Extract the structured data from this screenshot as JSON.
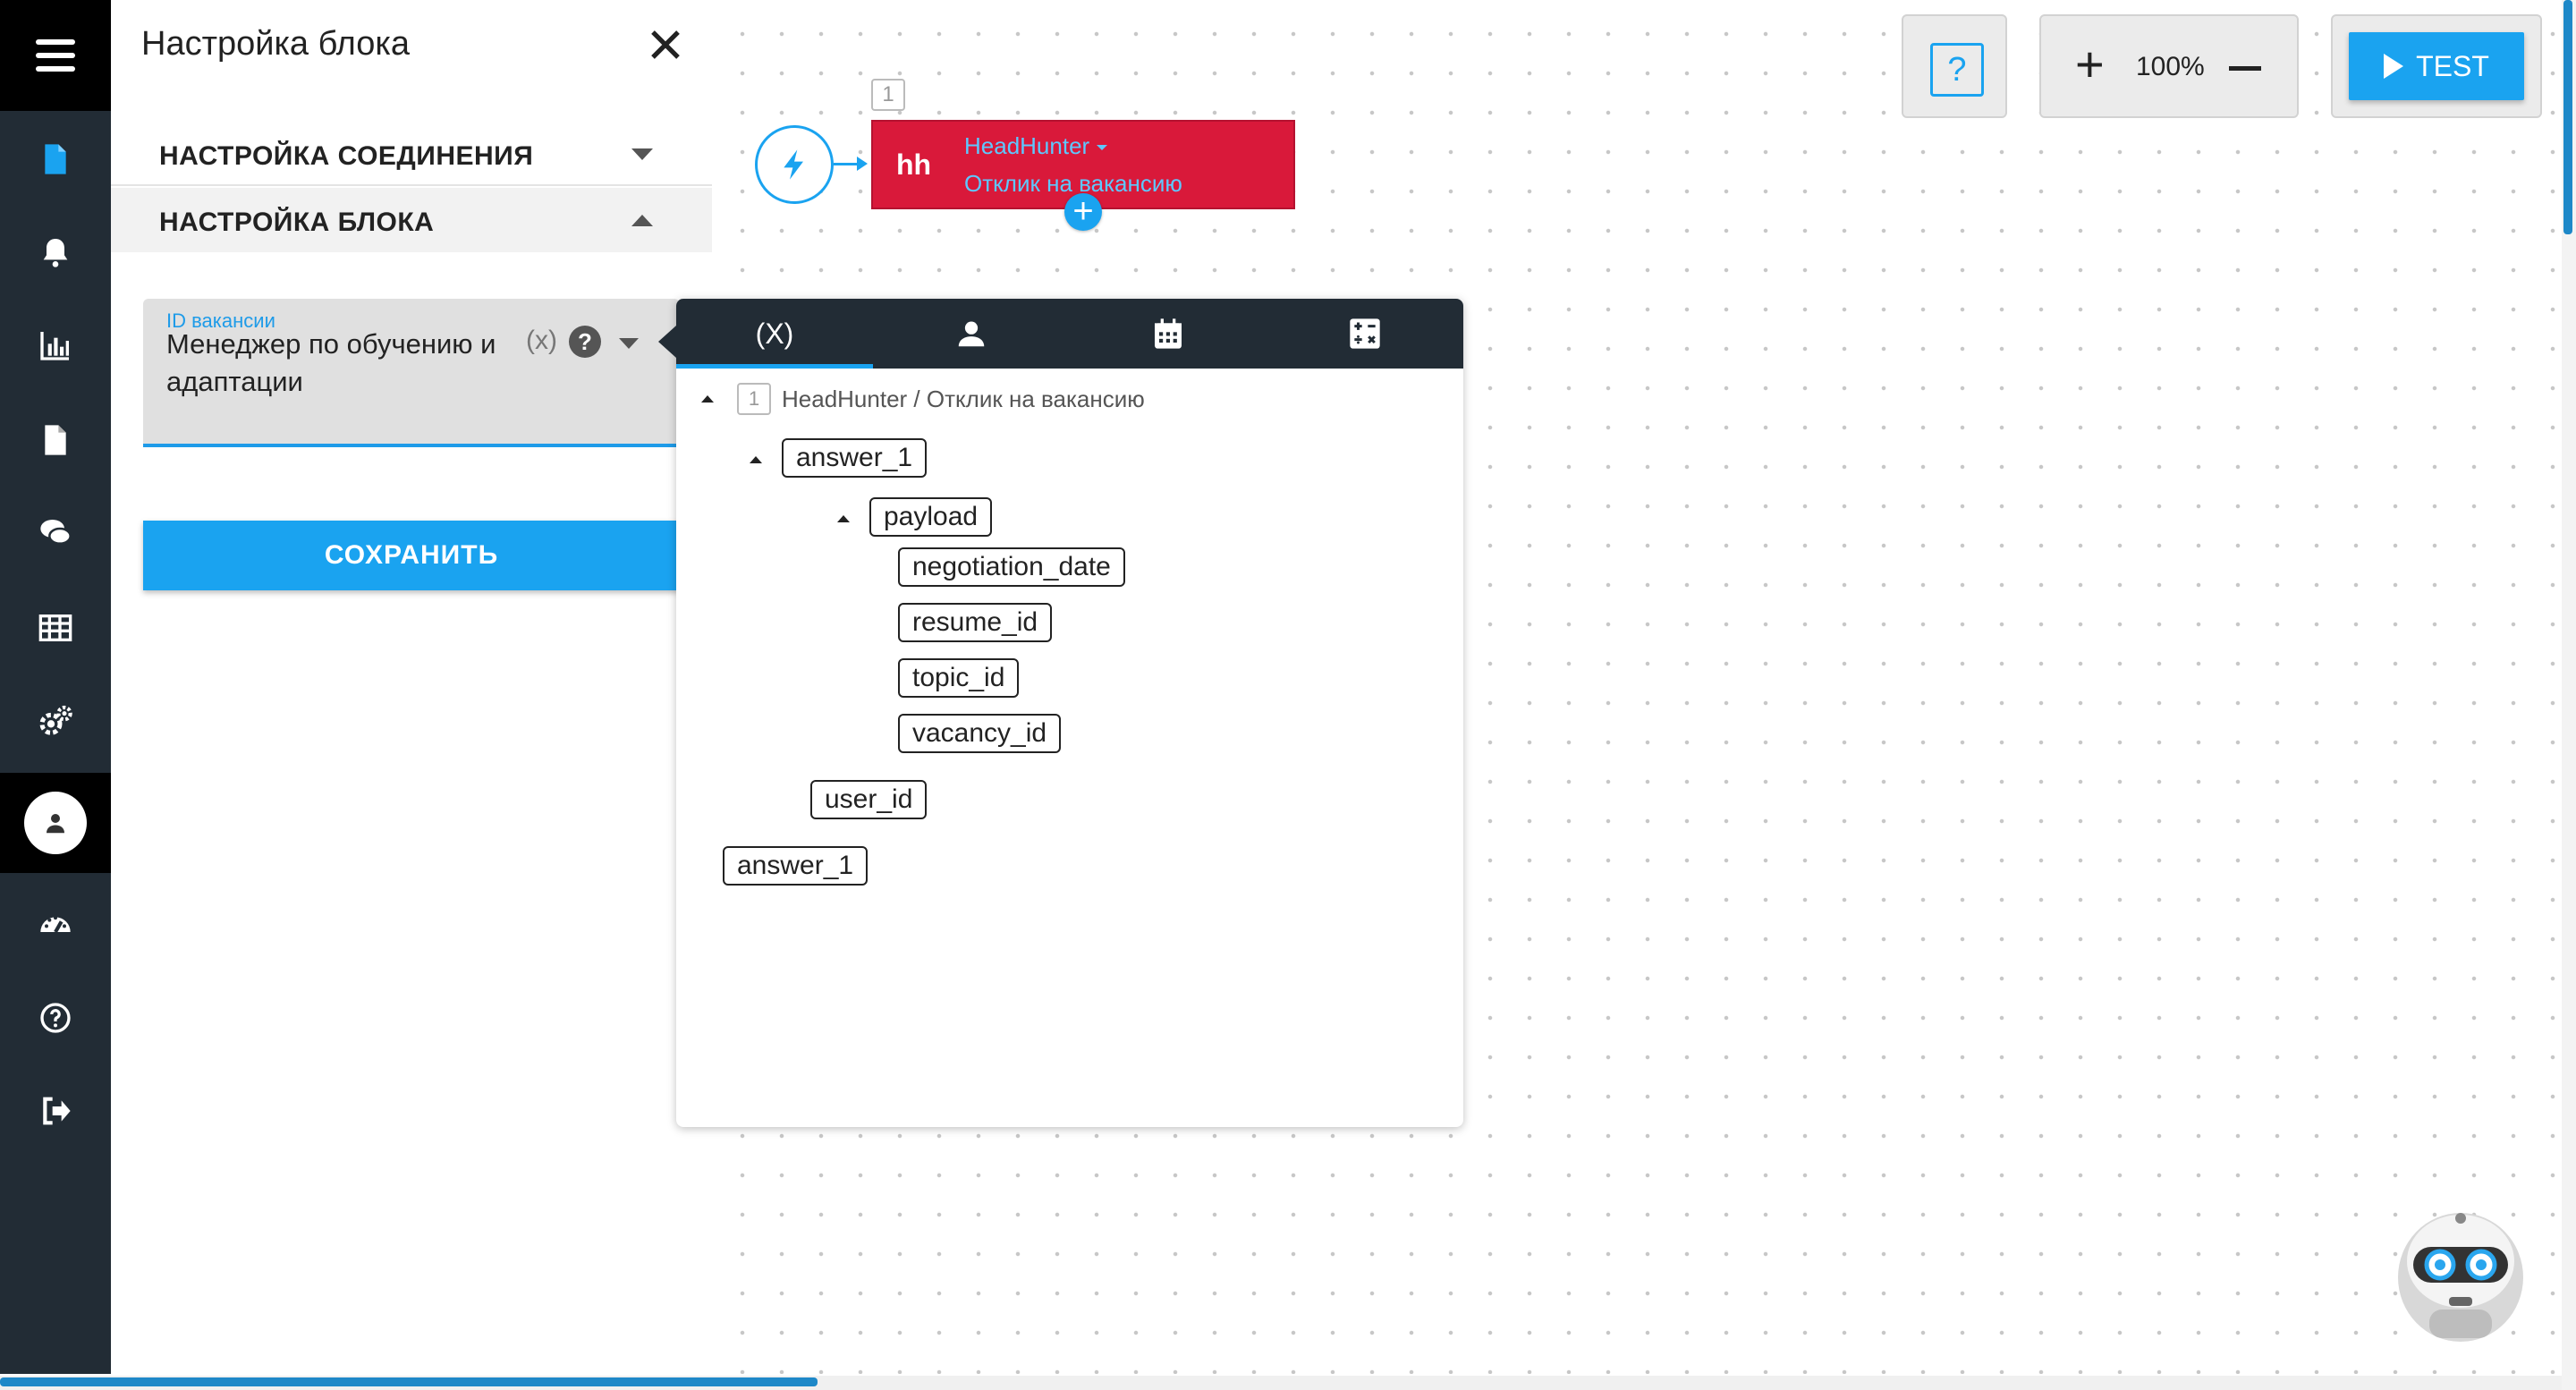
{
  "nav": {
    "items": [
      "menu-icon",
      "document-icon",
      "bell-icon",
      "bar-chart-icon",
      "file-icon",
      "chat-icon",
      "table-icon",
      "gears-icon",
      "user-icon",
      "dashboard-icon",
      "help-circle-icon",
      "logout-icon"
    ]
  },
  "panel": {
    "title": "Настройка блока",
    "sections": [
      {
        "label": "НАСТРОЙКА СОЕДИНЕНИЯ",
        "expanded": false
      },
      {
        "label": "НАСТРОЙКА БЛОКА",
        "expanded": true
      }
    ],
    "field": {
      "label": "ID вакансии",
      "value": "Менеджер по обучению и адаптации",
      "var_marker": "(x)",
      "help": "?"
    },
    "save_label": "СОХРАНИТЬ"
  },
  "toolbar": {
    "help": "?",
    "zoom_in": "+",
    "zoom_level": "100%",
    "test_label": "TEST"
  },
  "flow": {
    "step_number": "1",
    "block_logo": "hh",
    "block_service": "HeadHunter",
    "block_action": "Отклик на вакансию",
    "add": "+"
  },
  "popup": {
    "tabs": [
      {
        "label": "(X)",
        "icon": "variables",
        "active": true
      },
      {
        "label": "",
        "icon": "person-icon",
        "active": false
      },
      {
        "label": "",
        "icon": "calendar-icon",
        "active": false
      },
      {
        "label": "",
        "icon": "calculator-icon",
        "active": false
      }
    ],
    "tree": {
      "step_number": "1",
      "path": "HeadHunter / Отклик на вакансию",
      "nodes": {
        "answer": "answer_1",
        "payload": "payload",
        "negotiation_date": "negotiation_date",
        "resume_id": "resume_id",
        "topic_id": "topic_id",
        "vacancy_id": "vacancy_id",
        "user_id": "user_id",
        "answer_root": "answer_1"
      }
    }
  },
  "colors": {
    "accent": "#1aa3f0",
    "nav_bg": "#222c35",
    "hh_red": "#d9193a",
    "link": "#5ec8ff"
  }
}
